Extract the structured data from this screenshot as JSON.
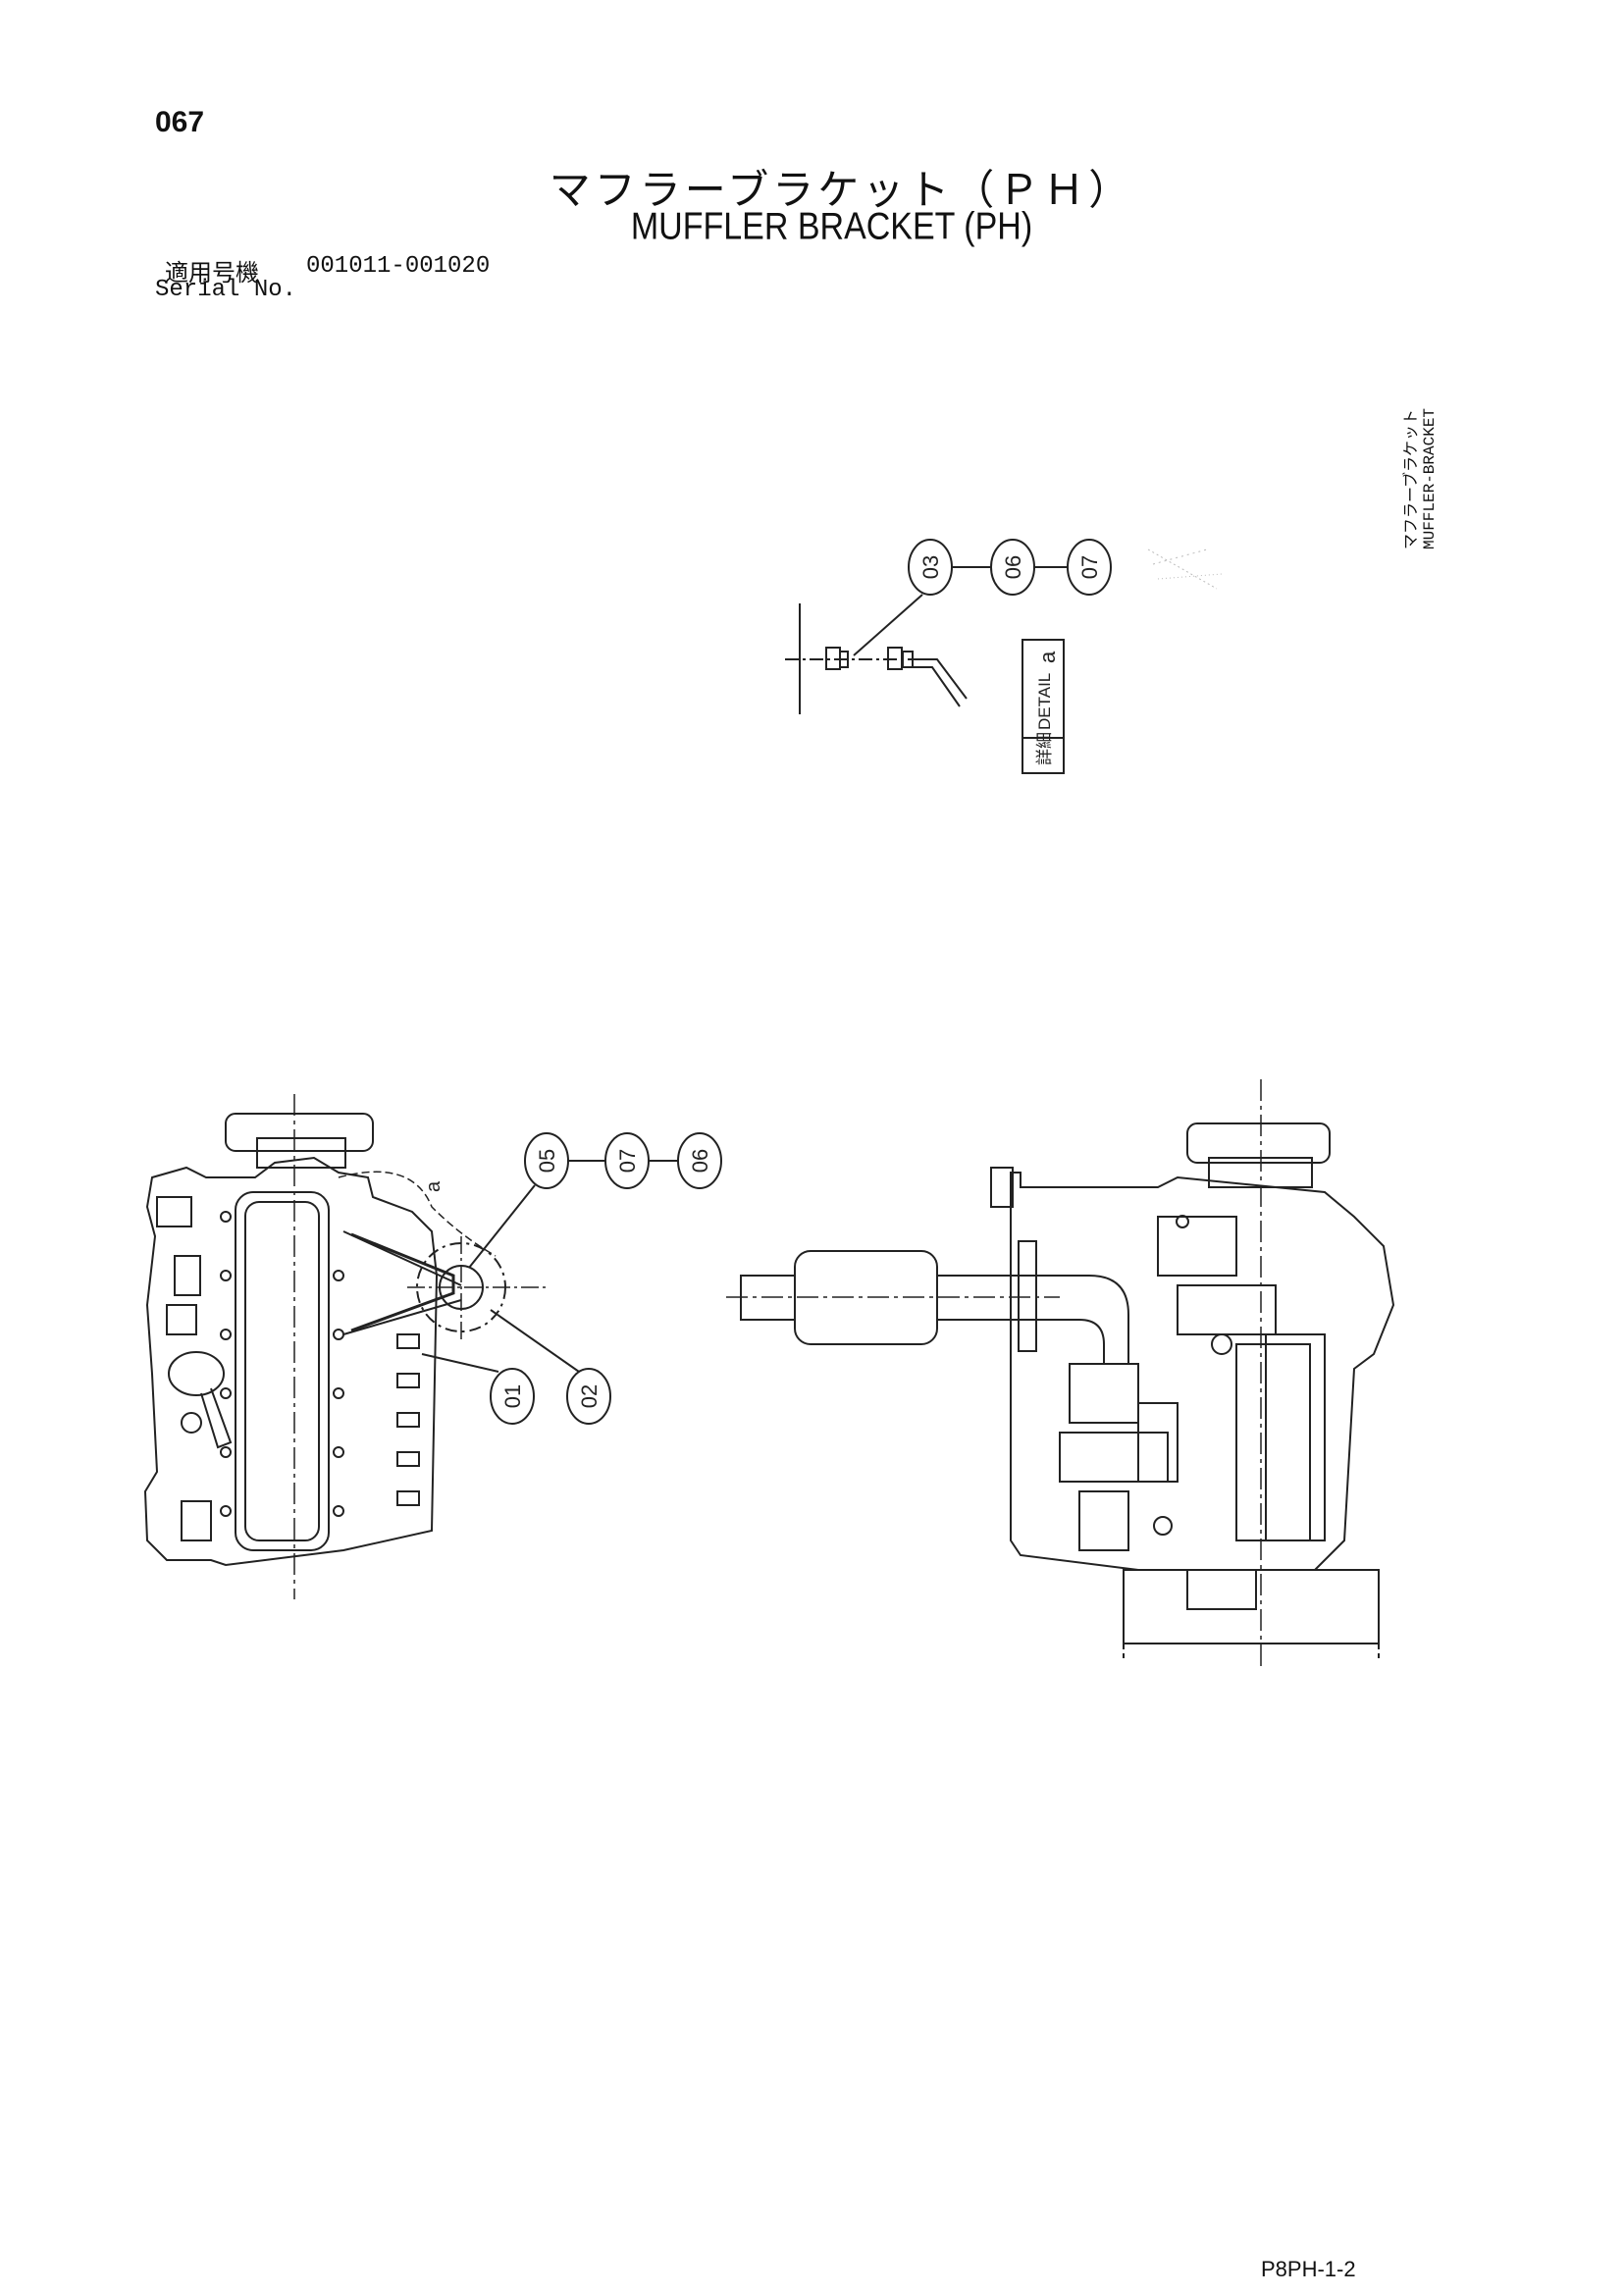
{
  "header": {
    "page_number": "067",
    "title_jp": "マフラーブラケット（ＰＨ）",
    "title_en": "MUFFLER BRACKET (PH)",
    "serial_label_jp": "適用号機",
    "serial_value": "001011-001020",
    "serial_label_en": "Serial No."
  },
  "side_label": {
    "jp": "マフラーブラケット",
    "en": "MUFFLER-BRACKET"
  },
  "detail": {
    "label_jp": "詳細",
    "label_en": "DETAIL",
    "letter": "a",
    "callouts": [
      "03",
      "06",
      "07"
    ]
  },
  "left_view": {
    "callouts_top": [
      "05",
      "07",
      "06"
    ],
    "callouts_bottom": [
      "01",
      "02"
    ],
    "ref_letter": "a"
  },
  "footer": {
    "code": "P8PH-1-2"
  }
}
